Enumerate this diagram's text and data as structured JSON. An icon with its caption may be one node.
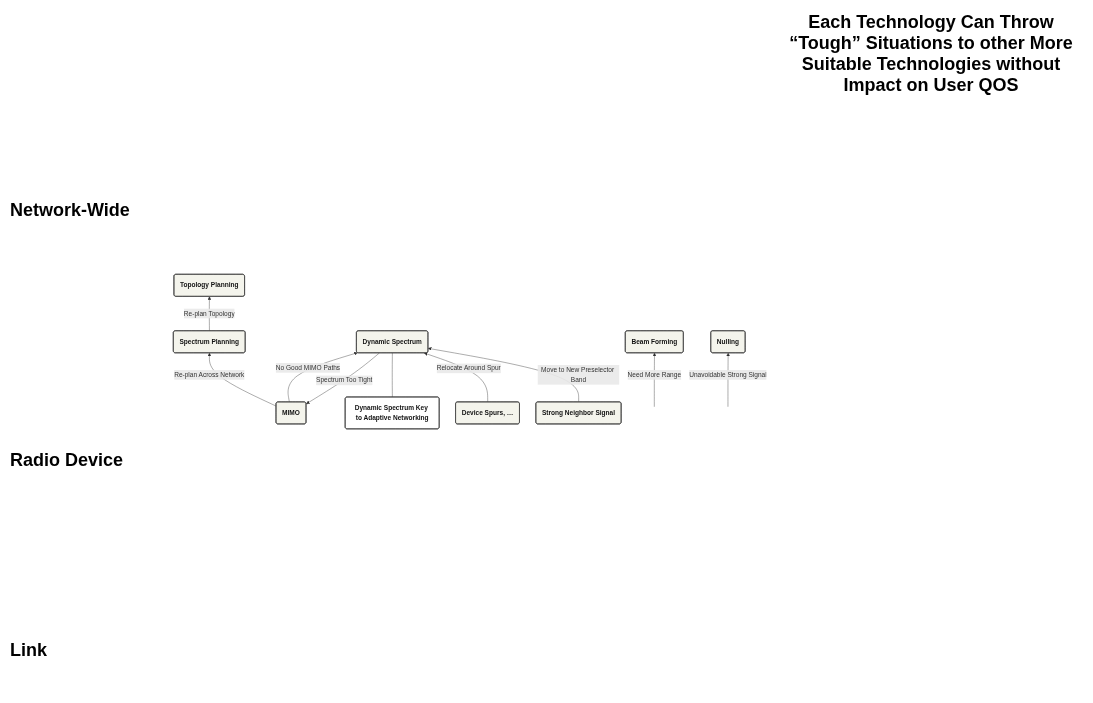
{
  "diagram": {
    "nodes": [
      {
        "text": [
          "Topology Planning"
        ]
      },
      {
        "text": [
          "Spectrum Planning"
        ]
      },
      {
        "text": [
          "MIMO"
        ]
      },
      {
        "text": [
          "Dynamic Spectrum Key to Adaptive Networking"
        ]
      },
      {
        "text": [
          "Dynamic Spectrum"
        ]
      },
      {
        "text": [
          "Device Spurs, …"
        ]
      },
      {
        "text": [
          "Strong Neighbor Signal"
        ]
      },
      {
        "text": [
          "Beam Forming"
        ]
      },
      {
        "text": [
          "Nulling"
        ]
      }
    ],
    "edges": [
      {
        "from": 1,
        "to": 0,
        "arrow": "to",
        "label": "Re-plan Topology"
      },
      {
        "from": 2,
        "to": 1,
        "arrow": "to",
        "label": "Re-plan Across Network"
      },
      {
        "from": 4,
        "to": 2,
        "arrow": "to",
        "label": "Spectrum Too Tight"
      },
      {
        "from": 2,
        "to": 4,
        "arrow": "to",
        "label": "No Good MIMO Paths"
      },
      {
        "from": 3,
        "to": 4,
        "arrow": "none"
      },
      {
        "from": 5,
        "to": 4,
        "arrow": "to",
        "label": "Relocate Around Spur"
      },
      {
        "from": 6,
        "to": 4,
        "arrow": "to",
        "label": "Move to New Preselector Band"
      },
      {
        "from": null,
        "to": 7,
        "arrow": "to",
        "label": "Need More Range"
      },
      {
        "from": null,
        "to": 8,
        "arrow": "to",
        "label": "Unavoidable Strong Signal"
      }
    ],
    "labels": [
      "Each Technology Can Throw “Tough” Situations to other More Suitable Technologies without Impact on User QOS",
      "Network-Wide",
      "Radio Device",
      "Link"
    ]
  }
}
